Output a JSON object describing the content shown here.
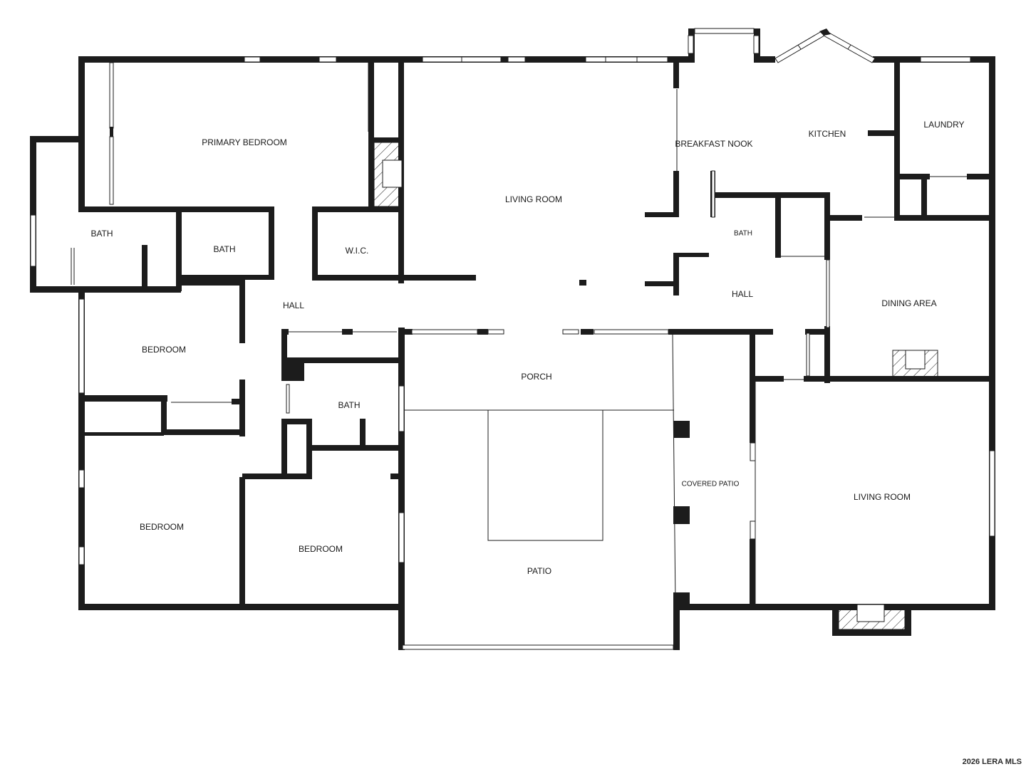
{
  "rooms": {
    "primary_bedroom": "PRIMARY BEDROOM",
    "bath_left": "BATH",
    "bath_primary": "BATH",
    "wic": "W.I.C.",
    "hall_left": "HALL",
    "bedroom_1": "BEDROOM",
    "bath_hall": "BATH",
    "bedroom_2": "BEDROOM",
    "bedroom_3": "BEDROOM",
    "living_room_main": "LIVING ROOM",
    "porch": "PORCH",
    "patio": "PATIO",
    "breakfast_nook": "BREAKFAST NOOK",
    "kitchen": "KITCHEN",
    "laundry": "LAUNDRY",
    "bath_right": "BATH",
    "hall_right": "HALL",
    "dining_area": "DINING AREA",
    "covered_patio": "COVERED PATIO",
    "living_room_east": "LIVING ROOM"
  },
  "copyright": "2026 LERA MLS",
  "colors": {
    "wall": "#1c1c1c",
    "background": "#ffffff"
  }
}
